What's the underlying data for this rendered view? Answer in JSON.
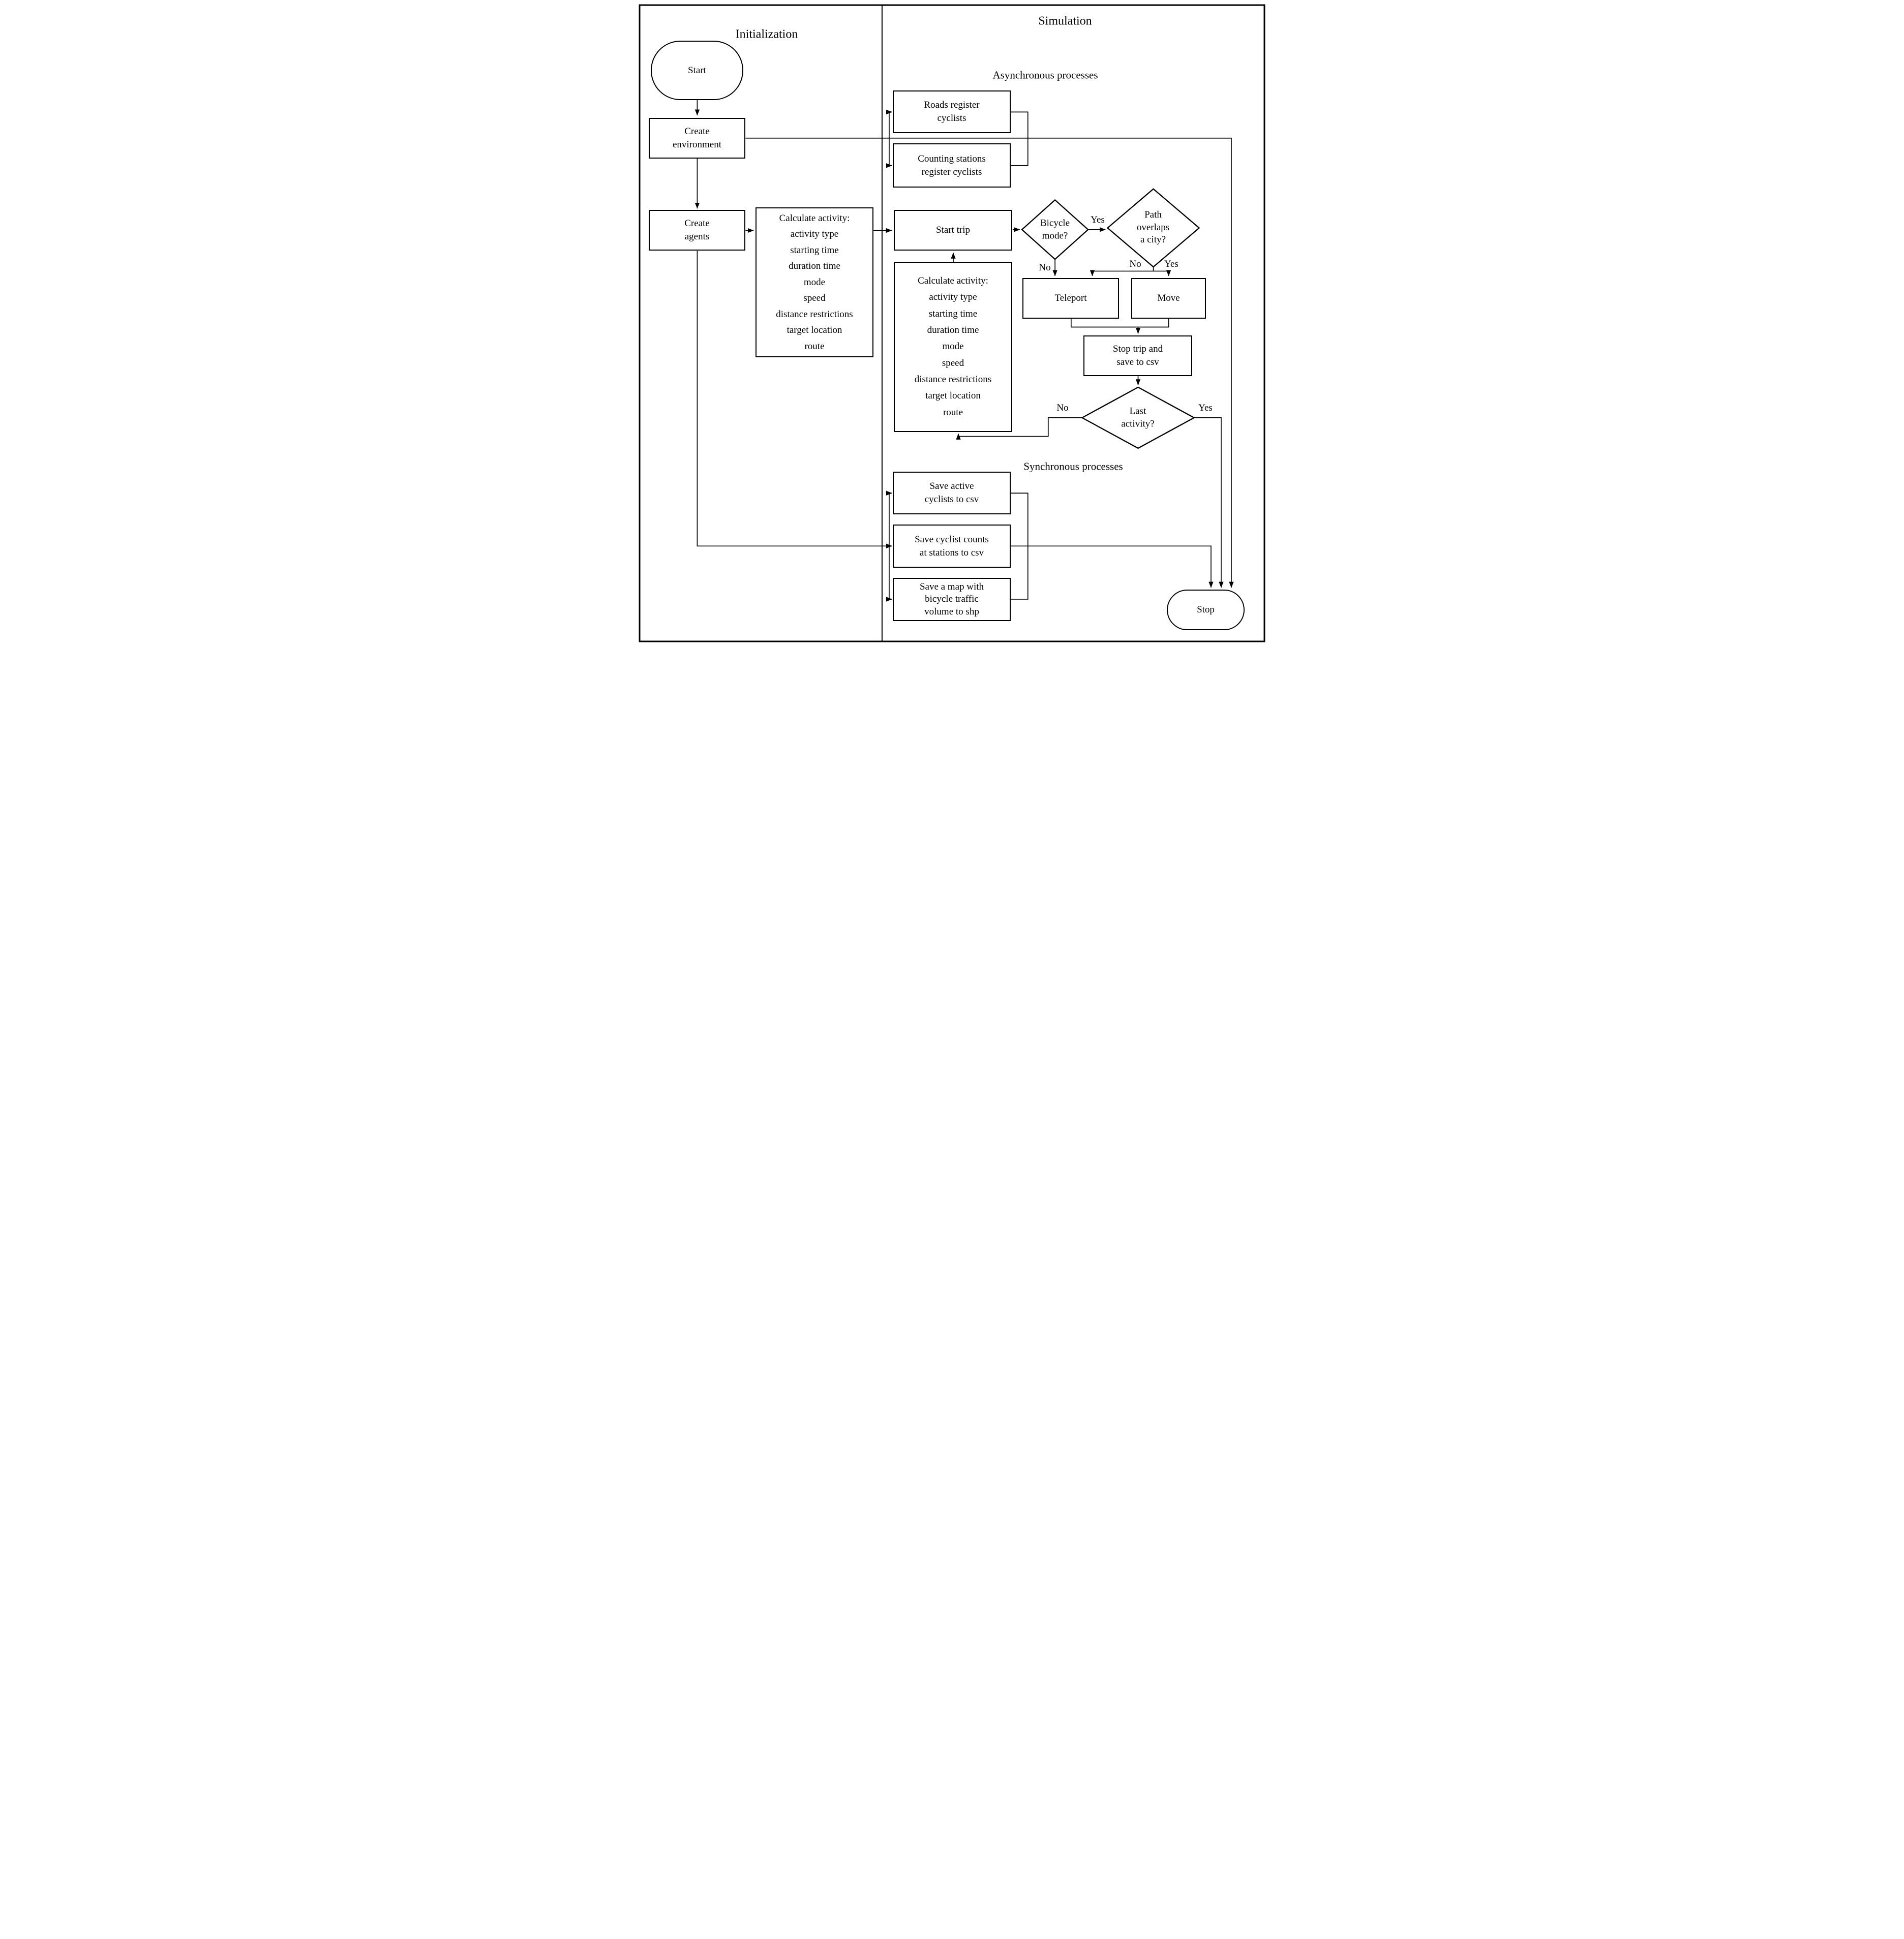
{
  "titles": {
    "initialization": "Initialization",
    "simulation": "Simulation"
  },
  "section_labels": {
    "asynchronous": "Asynchronous processes",
    "synchronous": "Synchronous processes"
  },
  "nodes": {
    "start": "Start",
    "create_environment": "Create\nenvironment",
    "create_agents": "Create\nagents",
    "calculate_activity_init": "Calculate activity:\nactivity type\nstarting time\nduration time\nmode\nspeed\ndistance restrictions\ntarget location\nroute",
    "roads_register": "Roads register\ncyclists",
    "counting_stations_register": "Counting stations\nregister cyclists",
    "start_trip": "Start trip",
    "calculate_activity_sim": "Calculate activity:\nactivity type\nstarting time\nduration time\nmode\nspeed\ndistance restrictions\ntarget location\nroute",
    "bicycle_mode": "Bicycle\nmode?",
    "path_overlaps": "Path\noverlaps\na city?",
    "teleport": "Teleport",
    "move": "Move",
    "stop_trip": "Stop trip and\nsave to csv",
    "last_activity": "Last\nactivity?",
    "save_active_cyclists": "Save active\ncyclists to csv",
    "save_cyclist_counts": "Save cyclist counts\nat stations to csv",
    "save_map": "Save a map with\nbicycle traffic\nvolume to shp",
    "stop": "Stop"
  },
  "edge_labels": {
    "bicycle_yes": "Yes",
    "bicycle_no": "No",
    "path_no": "No",
    "path_yes": "Yes",
    "last_no": "No",
    "last_yes": "Yes"
  },
  "colors": {
    "stroke": "#000000",
    "background": "#ffffff"
  }
}
